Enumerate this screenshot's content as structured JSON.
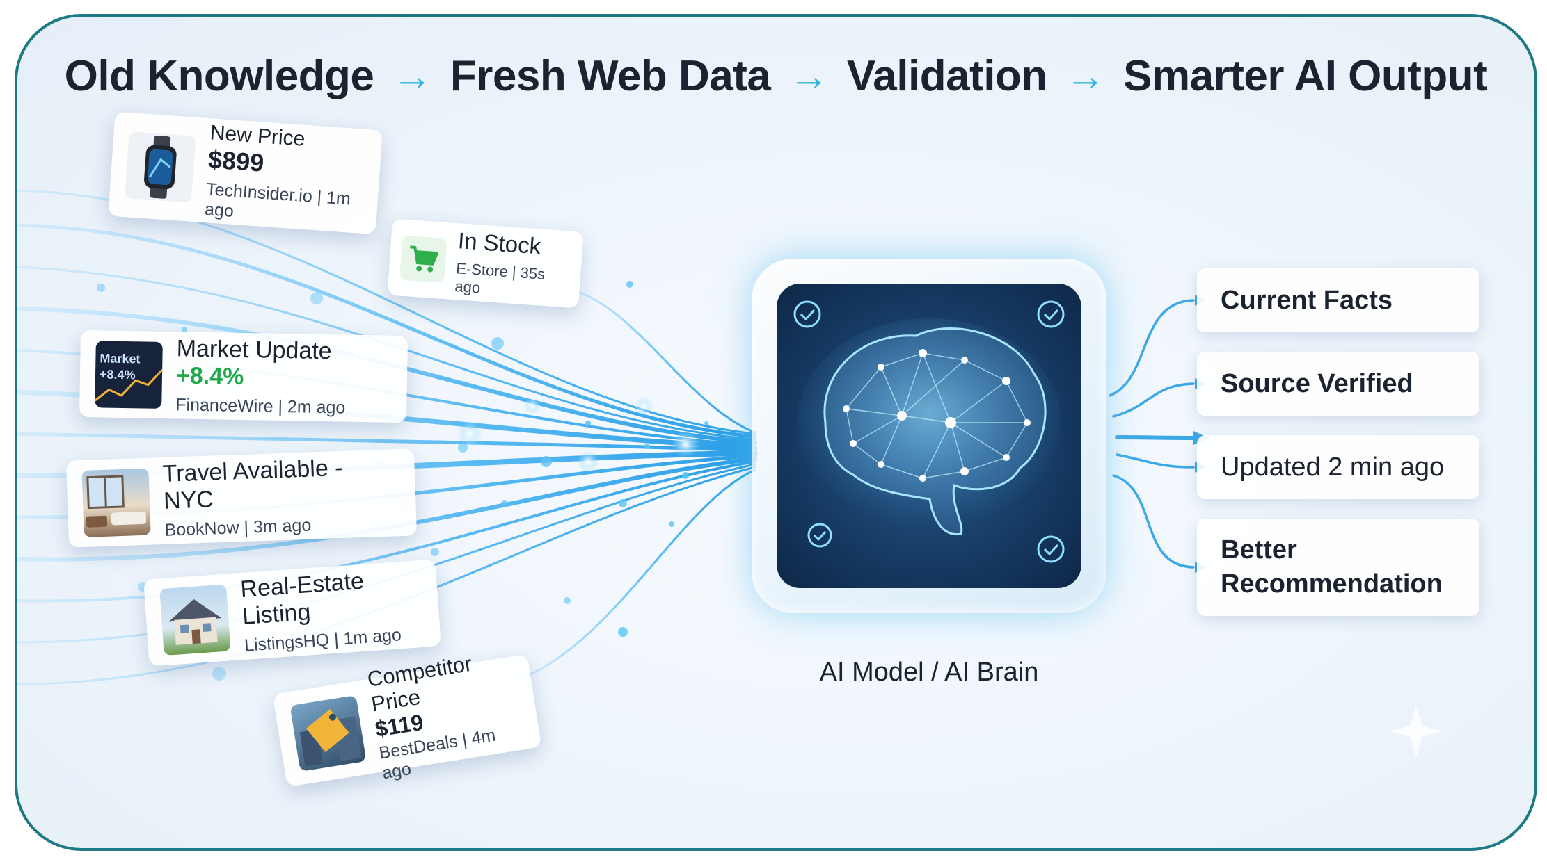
{
  "title": {
    "steps": [
      "Old Knowledge",
      "Fresh Web Data",
      "Validation",
      "Smarter AI Output"
    ],
    "arrow": "→"
  },
  "sources": [
    {
      "line1": "New Price",
      "line2": "$899",
      "meta": "TechInsider.io | 1m ago",
      "icon": "smartwatch-icon"
    },
    {
      "line1": "In Stock",
      "meta": "E-Store | 35s ago",
      "icon": "shopping-cart-icon"
    },
    {
      "line1": "Market Update",
      "change": "+8.4%",
      "meta": "FinanceWire | 2m ago",
      "icon": "market-chart-icon",
      "thumb_text": "Market +8.4%"
    },
    {
      "line1": "Travel Available - NYC",
      "meta": "BookNow | 3m ago",
      "icon": "hotel-room-icon"
    },
    {
      "line1": "Real-Estate Listing",
      "meta": "ListingsHQ | 1m ago",
      "icon": "house-icon"
    },
    {
      "line1": "Competitor Price",
      "line2": "$119",
      "meta": "BestDeals | 4m ago",
      "icon": "price-tag-icon"
    }
  ],
  "brain": {
    "label": "AI Model / AI Brain",
    "icon": "neural-brain-icon"
  },
  "outputs": [
    {
      "label": "Current Facts"
    },
    {
      "label": "Source Verified"
    },
    {
      "label": "Updated 2 min ago"
    },
    {
      "label": "Better Recommendation"
    }
  ],
  "colors": {
    "frame": "#1b7a83",
    "accent": "#2fb4dc",
    "flow": "#49b6ee",
    "positive": "#1fa94a",
    "text": "#1b2230"
  }
}
